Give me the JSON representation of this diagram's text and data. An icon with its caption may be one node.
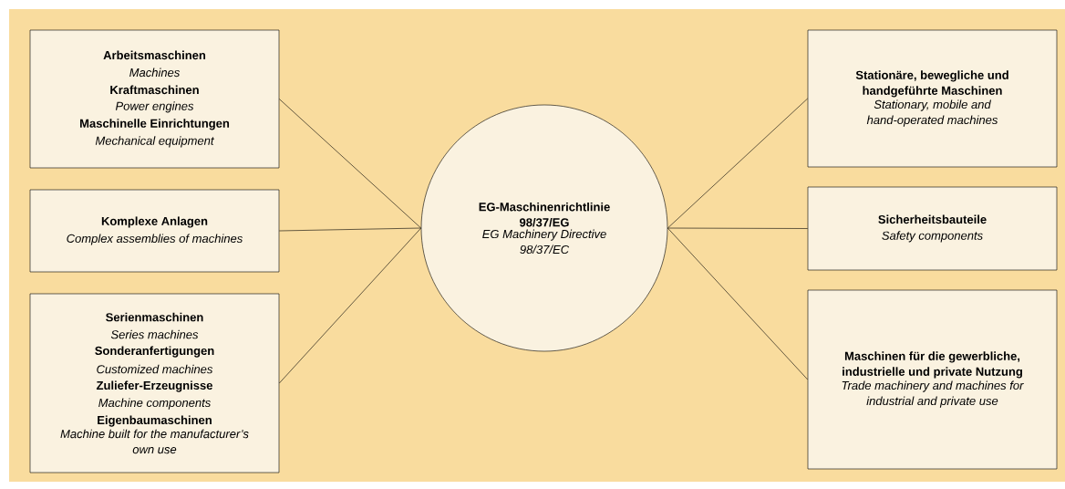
{
  "diagram": {
    "nodes": [
      {
        "text": [
          "Arbeitsmaschinen",
          "Machines",
          "Kraftmaschinen",
          "Power engines",
          "Maschinelle Einrichtungen",
          "Mechanical equipment"
        ]
      },
      {
        "text": [
          "Komplexe Anlagen",
          "Complex assemblies of machines"
        ]
      },
      {
        "text": [
          "Serienmaschinen",
          "Series machines",
          "Sonderanfertigungen",
          "Customized machines",
          "Zuliefer-Erzeugnisse",
          "Machine components",
          "Eigenbaumaschinen",
          "Machine built for the manufacturer’s own use"
        ]
      },
      {
        "text": [
          "EG-Maschinenrichtlinie 98/37/EG",
          "EG Machinery Directive 98/37/EC"
        ]
      },
      {
        "text": [
          "Stationäre, bewegliche und handgeführte Maschinen",
          "Stationary, mobile and hand-operated machines"
        ]
      },
      {
        "text": [
          "Sicherheitsbauteile",
          "Safety components"
        ]
      },
      {
        "text": [
          "Maschinen für die gewerbliche, industrielle und private Nutzung",
          "Trade machinery and machines for industrial and private use"
        ]
      }
    ],
    "edges": [
      {
        "from": 0,
        "to": 3,
        "arrow": "none"
      },
      {
        "from": 1,
        "to": 3,
        "arrow": "none"
      },
      {
        "from": 2,
        "to": 3,
        "arrow": "none"
      },
      {
        "from": 3,
        "to": 4,
        "arrow": "none"
      },
      {
        "from": 3,
        "to": 5,
        "arrow": "none"
      },
      {
        "from": 3,
        "to": 6,
        "arrow": "none"
      }
    ]
  }
}
